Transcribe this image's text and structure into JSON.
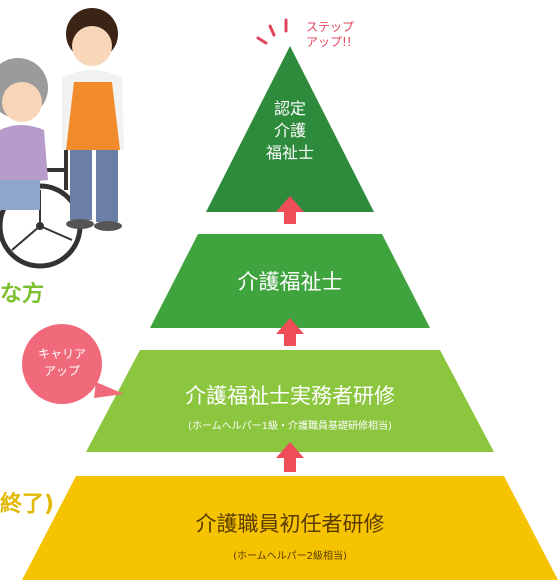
{
  "step_up": {
    "line1": "ステップ",
    "line2": "アップ!!"
  },
  "career_badge": {
    "line1": "キャリア",
    "line2": "アップ"
  },
  "pyramid": {
    "tier1": {
      "line1": "認定",
      "line2": "介護",
      "line3": "福祉士"
    },
    "tier2": {
      "title": "介護福祉士"
    },
    "tier3": {
      "title": "介護福祉士実務者研修",
      "subtitle": "(ホームヘルパー1級・介護職員基礎研修相当)"
    },
    "tier4": {
      "title": "介護職員初任者研修",
      "subtitle": "(ホームヘルパー2級相当)"
    }
  },
  "side_texts": {
    "upper": "な方",
    "lower": "終了)"
  },
  "colors": {
    "dark_green": "#2e8b3c",
    "mid_green": "#3fa33e",
    "light_green": "#8cc63f",
    "yellow": "#f5c300",
    "arrow_red": "#ef4d58",
    "badge_pink": "#f06a7c",
    "side_green": "#7cbf2c",
    "side_yellow": "#e3b800"
  }
}
